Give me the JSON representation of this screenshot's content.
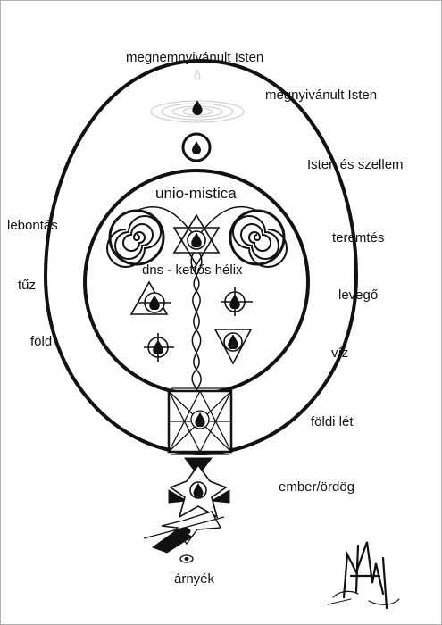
{
  "labels": {
    "unmanifested_god": "megnemnyivánult Isten",
    "manifested_god": "megnyivánult Isten",
    "god_and_spirit": "Isten és szellem",
    "unio_mistica": "unio-mistica",
    "dismantling": "lebontás",
    "creation": "teremtés",
    "dna": "dns - kettős hélix",
    "fire": "tűz",
    "air": "levegő",
    "earth": "föld",
    "water": "víz",
    "earthly_being": "földi lét",
    "human_devil": "ember/ördög",
    "shadow": "árnyék"
  },
  "colors": {
    "ink": "#111111",
    "frame": "#b3b3b3",
    "ripple": "#c8c8c8"
  }
}
